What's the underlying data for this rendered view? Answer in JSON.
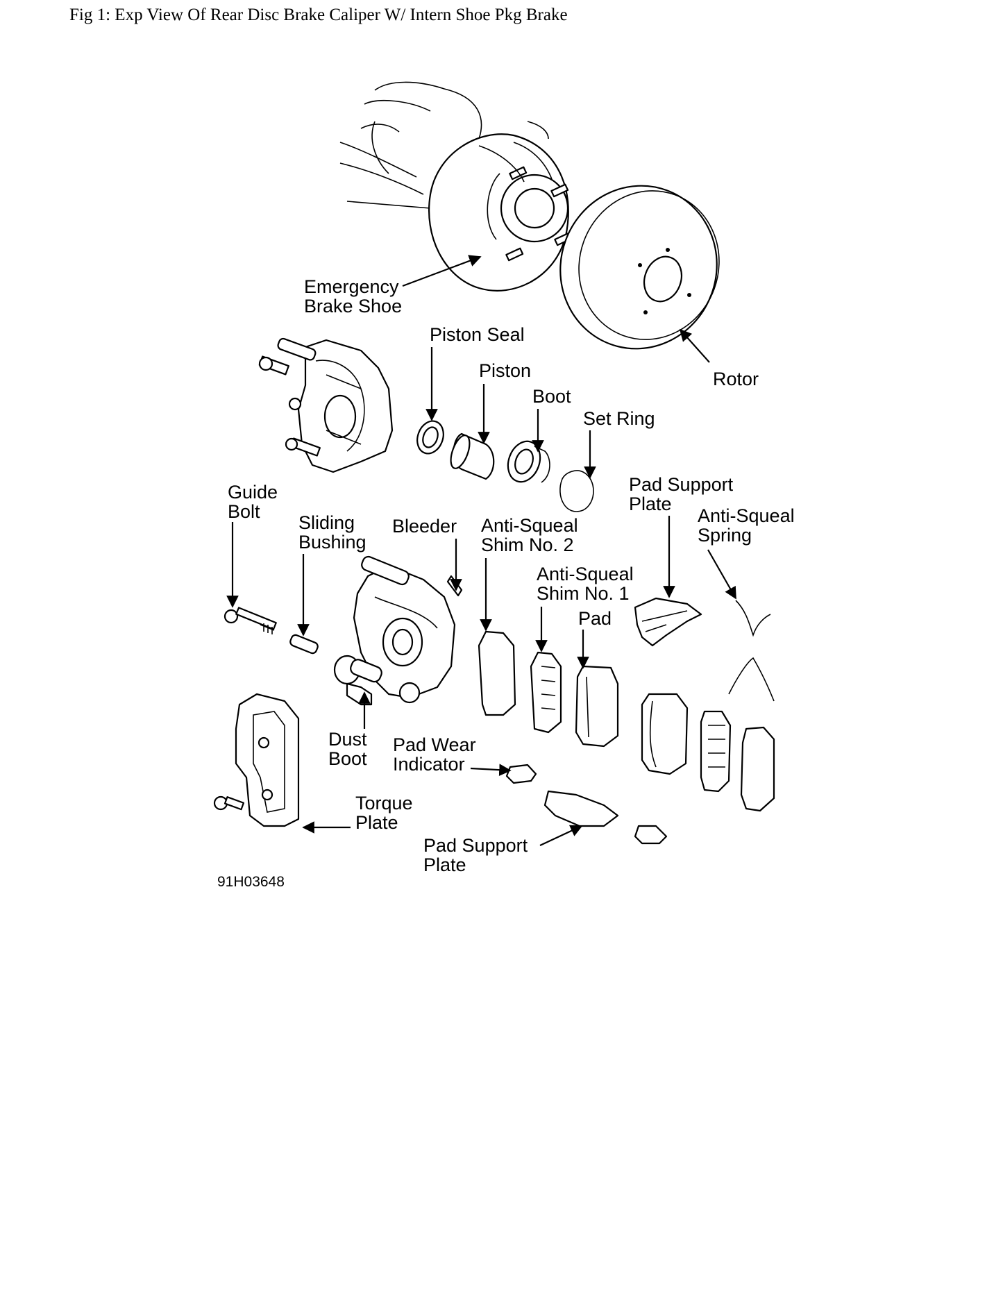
{
  "caption": "Fig 1: Exp View Of Rear Disc Brake Caliper W/ Intern Shoe Pkg Brake",
  "figure_code": "91H03648",
  "labels": {
    "emergency_brake_shoe": [
      "Emergency",
      "Brake Shoe"
    ],
    "rotor": [
      "Rotor"
    ],
    "piston_seal": [
      "Piston Seal"
    ],
    "piston": [
      "Piston"
    ],
    "boot": [
      "Boot"
    ],
    "set_ring": [
      "Set Ring"
    ],
    "guide_bolt": [
      "Guide",
      "Bolt"
    ],
    "sliding_bushing": [
      "Sliding",
      "Bushing"
    ],
    "bleeder": [
      "Bleeder"
    ],
    "anti_squeal_shim_2": [
      "Anti-Squeal",
      "Shim No. 2"
    ],
    "pad_support_plate_top": [
      "Pad Support",
      "Plate"
    ],
    "anti_squeal_spring": [
      "Anti-Squeal",
      "Spring"
    ],
    "anti_squeal_shim_1": [
      "Anti-Squeal",
      "Shim No. 1"
    ],
    "pad": [
      "Pad"
    ],
    "dust_boot": [
      "Dust",
      "Boot"
    ],
    "pad_wear_indicator": [
      "Pad Wear",
      "Indicator"
    ],
    "torque_plate": [
      "Torque",
      "Plate"
    ],
    "pad_support_plate_bottom": [
      "Pad Support",
      "Plate"
    ]
  }
}
